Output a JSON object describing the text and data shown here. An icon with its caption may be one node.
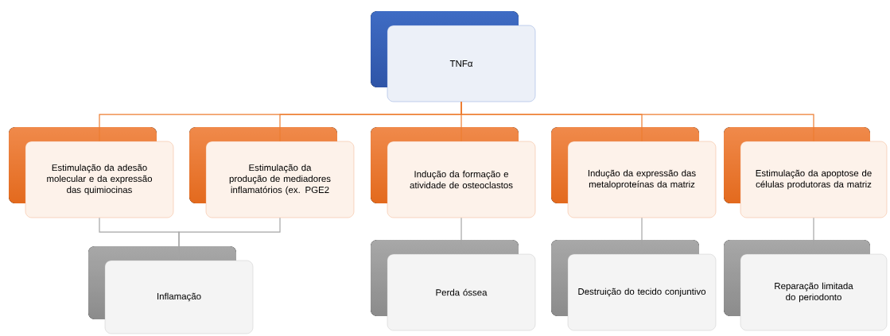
{
  "diagram": {
    "nodes": [
      {
        "text": [
          "TNFα"
        ]
      },
      {
        "text": [
          "Estimulação da adesão molecular e da expressão das quimiocinas"
        ]
      },
      {
        "text": [
          "Estimulação da produção de mediadores inflamatórios (ex. PGE2"
        ]
      },
      {
        "text": [
          "Indução da formação e atividade de osteoclastos"
        ]
      },
      {
        "text": [
          "Indução da expressão das metaloproteínas da matriz"
        ]
      },
      {
        "text": [
          "Estimulação da apoptose de células produtoras da matriz"
        ]
      },
      {
        "text": [
          "Inflamação"
        ]
      },
      {
        "text": [
          "Perda óssea"
        ]
      },
      {
        "text": [
          "Destruição do tecido conjuntivo"
        ]
      },
      {
        "text": [
          "Reparação limitada do periodonto"
        ]
      }
    ],
    "edges": [
      {
        "from": 0,
        "to": 1,
        "arrow": "none",
        "color": "#ed7d31"
      },
      {
        "from": 0,
        "to": 2,
        "arrow": "none",
        "color": "#ed7d31"
      },
      {
        "from": 0,
        "to": 3,
        "arrow": "none",
        "color": "#ed7d31"
      },
      {
        "from": 0,
        "to": 4,
        "arrow": "none",
        "color": "#ed7d31"
      },
      {
        "from": 0,
        "to": 5,
        "arrow": "none",
        "color": "#ed7d31"
      },
      {
        "from": 1,
        "to": 6,
        "arrow": "none",
        "color": "#a5a5a5"
      },
      {
        "from": 2,
        "to": 6,
        "arrow": "none",
        "color": "#a5a5a5"
      },
      {
        "from": 3,
        "to": 7,
        "arrow": "none",
        "color": "#a5a5a5"
      },
      {
        "from": 4,
        "to": 8,
        "arrow": "none",
        "color": "#a5a5a5"
      },
      {
        "from": 5,
        "to": 9,
        "arrow": "none",
        "color": "#a5a5a5"
      }
    ]
  }
}
